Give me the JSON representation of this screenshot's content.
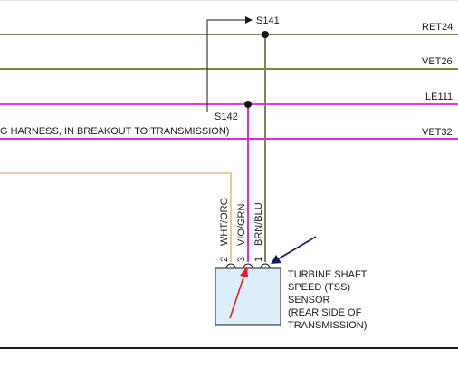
{
  "wires": {
    "ret24": {
      "label": "RET24",
      "color": "#8b7d5a"
    },
    "vet26": {
      "label": "VET26",
      "color": "#7d8a2a"
    },
    "le111": {
      "label": "LE111",
      "color": "#e23ae6"
    },
    "vet32": {
      "label": "VET32",
      "color": "#d62fd8"
    }
  },
  "splices": {
    "s141": "S141",
    "s142": "S142"
  },
  "harness_note": "G HARNESS, IN BREAKOUT TO TRANSMISSION)",
  "connector": {
    "pins": [
      {
        "pin": "2",
        "wire": "WHT/ORG",
        "color": "#e8b98a"
      },
      {
        "pin": "3",
        "wire": "VIO/GRN",
        "color": "#d62fd8"
      },
      {
        "pin": "1",
        "wire": "BRN/BLU",
        "color": "#8b7d5a"
      }
    ]
  },
  "sensor": {
    "lines": [
      "TURBINE SHAFT",
      "SPEED (TSS)",
      "SENSOR",
      "(REAR SIDE OF",
      "TRANSMISSION)"
    ],
    "fill": "#ddeefb"
  },
  "annotation_colors": {
    "red_arrow": "#e02020",
    "navy_arrow": "#1a1a5a"
  }
}
